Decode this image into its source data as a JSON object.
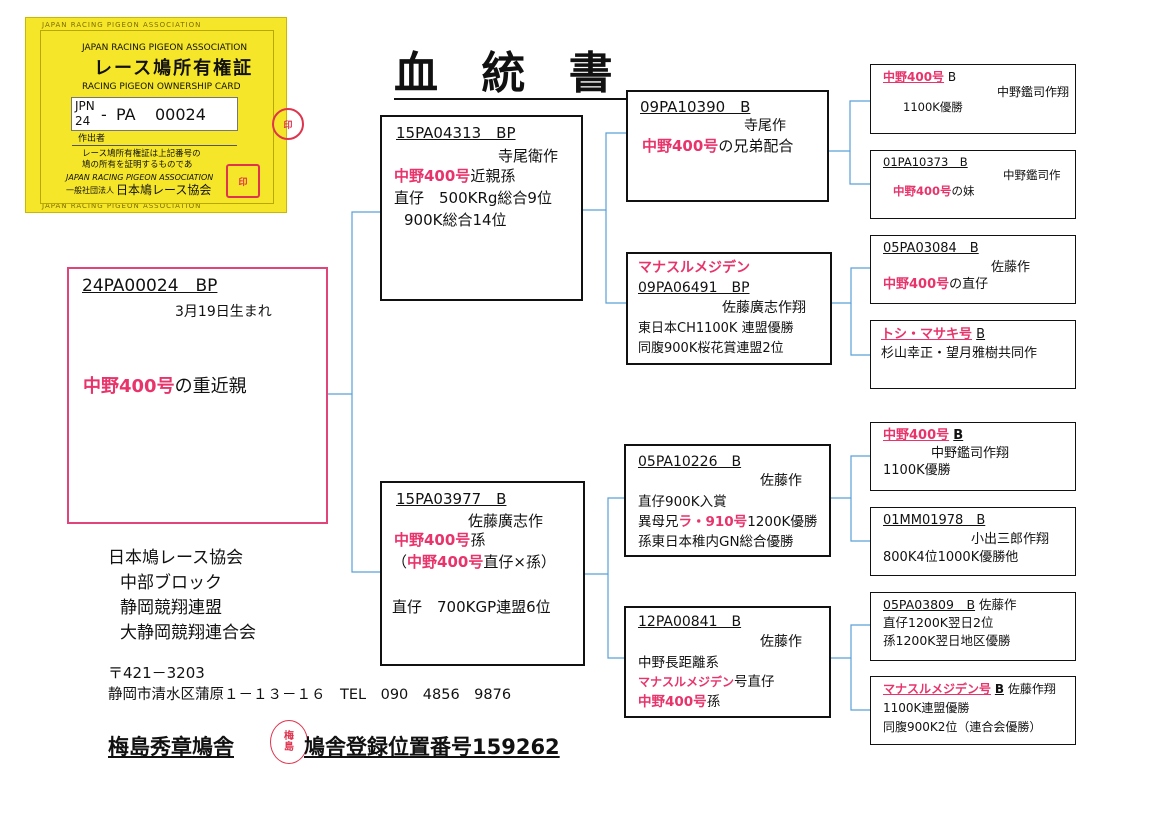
{
  "card": {
    "assoc_en": "JAPAN RACING PIGEON ASSOCIATION",
    "title_ja": "レース鳩所有権証",
    "title_en": "RACING PIGEON OWNERSHIP CARD",
    "ring_prefix": "JPN",
    "ring_year": "24",
    "ring_dash": "-",
    "ring_code": "PA",
    "ring_num": "00024",
    "author_label": "作出者",
    "note_line1": "レース鳩所有権証は上記番号の",
    "note_line2": "鳩の所有を証明するものであ",
    "assoc_en2": "JAPAN RACING PIGEON ASSOCIATION",
    "org_ja_small": "一般社団法人",
    "org_ja": "日本鳩レース協会",
    "border_text": "JAPAN RACING PIGEON ASSOCIATION"
  },
  "title": "血 統 書",
  "subject": {
    "ring": "24PA00024　BP",
    "birth": "3月19日生まれ",
    "note_pink": "中野400号",
    "note_rest": "の重近親"
  },
  "sire": {
    "ring": "15PA04313　BP",
    "breeder": "寺尾衛作",
    "l1_pink": "中野400号",
    "l1_rest": "近親孫",
    "l2": "直仔　500KRg総合9位",
    "l3": "900K総合14位"
  },
  "dam": {
    "ring": "15PA03977　B",
    "breeder": "佐藤廣志作",
    "l1_pink": "中野400号",
    "l1_rest": "孫",
    "l2_open": "（",
    "l2_pink": "中野400号",
    "l2_rest": "直仔×孫）",
    "l3": "直仔　700KGP連盟6位"
  },
  "ss": {
    "ring": "09PA10390　B",
    "breeder": "寺尾作",
    "l1_pink": "中野400号",
    "l1_rest": "の兄弟配合"
  },
  "sd": {
    "name": "マナスルメジデン",
    "ring": "09PA06491　BP",
    "breeder": "佐藤廣志作翔",
    "l1": "東日本CH1100K 連盟優勝",
    "l2": "同腹900K桜花賞連盟2位"
  },
  "ds": {
    "ring": "05PA10226　B",
    "breeder": "佐藤作",
    "l1": "直仔900K入賞",
    "l2_a": "異母兄",
    "l2_pink": "ラ・910号",
    "l2_b": "1200K優勝",
    "l3": "孫東日本稚内GN総合優勝"
  },
  "dd": {
    "ring": "12PA00841　B",
    "breeder": "佐藤作",
    "l1": "中野長距離系",
    "l2_pink": "マナスルメジデン",
    "l2_rest": "号直仔",
    "l3_pink": "中野400号",
    "l3_rest": "孫"
  },
  "sss": {
    "name": "中野400号",
    "sex": "B",
    "breeder": "中野鑑司作翔",
    "l1": "1100K優勝"
  },
  "ssd": {
    "ring": "01PA10373　B",
    "breeder": "中野鑑司作",
    "l1_pink": "中野400号",
    "l1_rest": "の妹"
  },
  "sds": {
    "ring": "05PA03084　B",
    "breeder": "佐藤作",
    "l1_pink": "中野400号",
    "l1_rest": "の直仔"
  },
  "sdd": {
    "name": "トシ・マサキ号",
    "sex": "B",
    "l1": "杉山幸正・望月雅樹共同作"
  },
  "dss": {
    "name": "中野400号",
    "sex": "B",
    "breeder": "中野鑑司作翔",
    "l1": "1100K優勝"
  },
  "dsd": {
    "ring": "01MM01978　B",
    "breeder": "小出三郎作翔",
    "l1": "800K4位1000K優勝他"
  },
  "dds": {
    "ring": "05PA03809　B",
    "breeder": "佐藤作",
    "l1": "直仔1200K翌日2位",
    "l2": "孫1200K翌日地区優勝"
  },
  "ddd": {
    "name": "マナスルメジデン号",
    "sex": "B",
    "breeder": "佐藤作翔",
    "l1": "1100K連盟優勝",
    "l2": "同腹900K2位（連合会優勝）"
  },
  "org": {
    "l1": "日本鳩レース協会",
    "l2": "中部ブロック",
    "l3": "静岡競翔連盟",
    "l4": "大静岡競翔連合会"
  },
  "address": {
    "postal": "〒421－3203",
    "line": "静岡市清水区蒲原１－１３－１６　TEL　090　4856　9876"
  },
  "footer": {
    "owner": "梅島秀章鳩舎",
    "seal_top": "梅",
    "seal_bottom": "島",
    "reg": "鳩舎登録位置番号159262"
  },
  "colors": {
    "accent_pink": "#e8336b",
    "card_yellow": "#f6e629",
    "line_blue": "#5aa0d8"
  }
}
